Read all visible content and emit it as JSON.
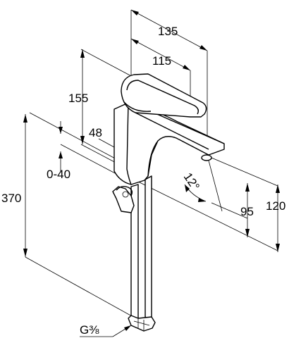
{
  "drawing": {
    "subject": "single-lever basin faucet dimension drawing",
    "dimensions": {
      "spout_reach_total": "135",
      "spout_reach_inner": "115",
      "spout_height_top": "155",
      "body_offset": "48",
      "worktop_thickness": "0-40",
      "total_height": "370",
      "outlet_angle": "12°",
      "outlet_height": "95",
      "lever_height": "120",
      "connection_thread": "G⅜"
    }
  }
}
